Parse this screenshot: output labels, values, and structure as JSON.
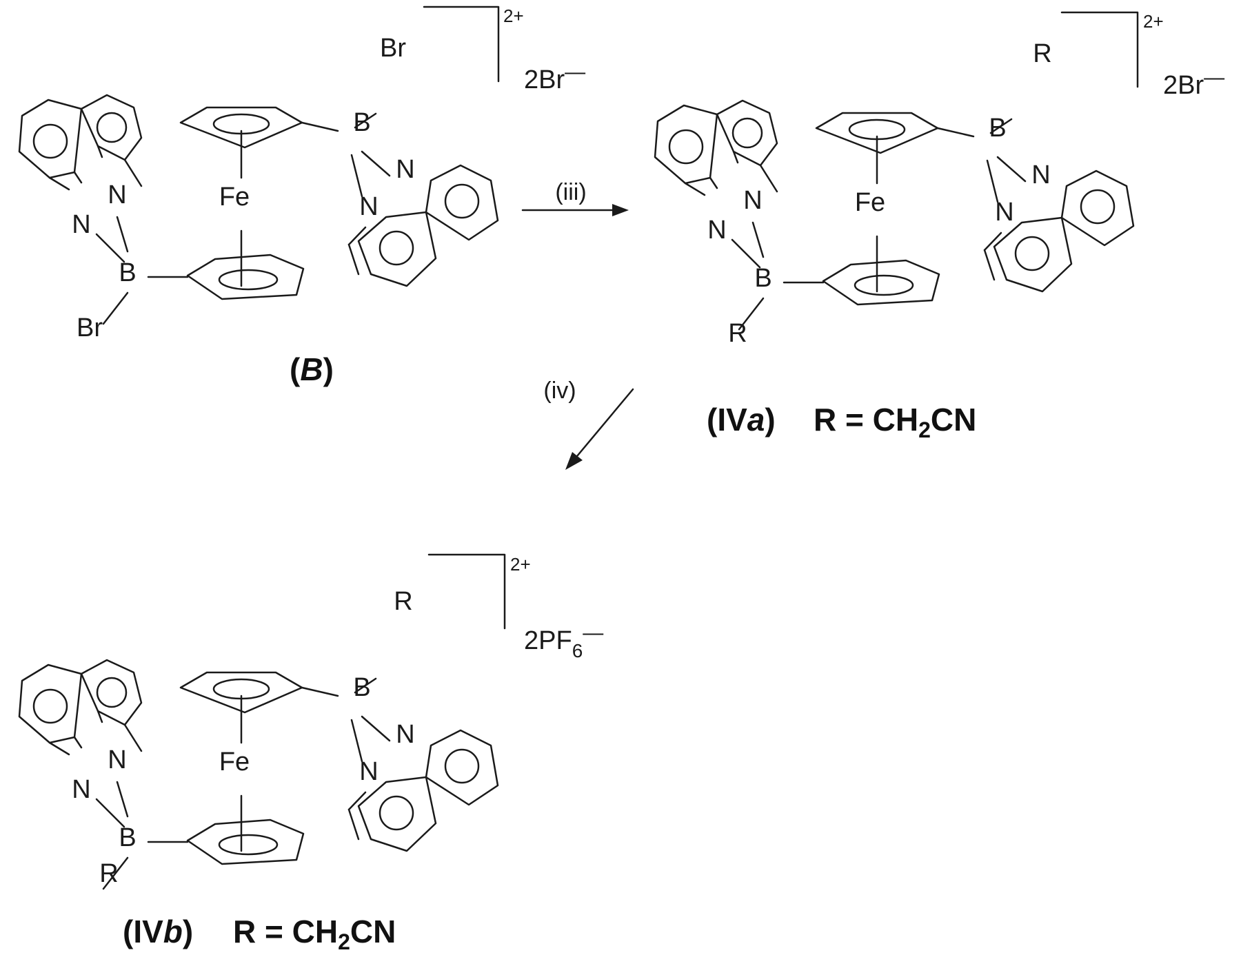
{
  "atoms": {
    "fe": "Fe",
    "b": "B",
    "n": "N"
  },
  "charge": "2+",
  "arrows": {
    "step1": "(iii)",
    "step2": "(iv)"
  },
  "compounds": [
    {
      "id": "B",
      "label_open": "(",
      "label_main": "B",
      "label_close": ")",
      "substituent": "Br",
      "counterion": "2Br",
      "counterion_sub": "",
      "counterion_sign": "—"
    },
    {
      "id": "IVa",
      "label_open": "(IV",
      "label_main": "a",
      "label_close": ")",
      "substituent": "R",
      "counterion": "2Br",
      "counterion_sub": "",
      "counterion_sign": "—",
      "def_prefix": "R = CH",
      "def_sub": "2",
      "def_suffix": "CN"
    },
    {
      "id": "IVb",
      "label_open": "(IV",
      "label_main": "b",
      "label_close": ")",
      "substituent": "R",
      "counterion": "2PF",
      "counterion_sub": "6",
      "counterion_sign": "—",
      "def_prefix": "R = CH",
      "def_sub": "2",
      "def_suffix": "CN"
    }
  ]
}
